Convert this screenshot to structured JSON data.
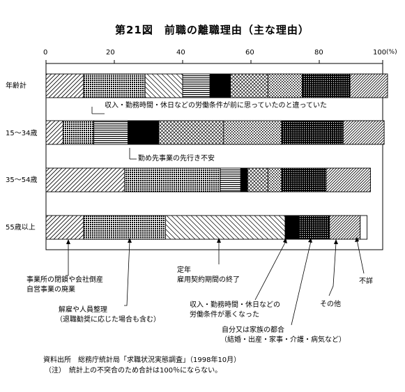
{
  "chart_data": {
    "type": "bar",
    "orientation": "horizontal-stacked",
    "title": "第21図　前職の離職理由（主な理由）",
    "axis": {
      "ticks": [
        "0",
        "20",
        "40",
        "60",
        "80",
        "100"
      ],
      "unit": "(%)",
      "xlim": [
        0,
        100
      ]
    },
    "rows": [
      "年齢計",
      "15～34歳",
      "35～54歳",
      "55歳以上"
    ],
    "categories": [
      "事業所の閉鎖や会社倒産 自営事業の廃業",
      "解雇や人員整理（退職勧奨に応じた場合も含む）",
      "定年 雇用契約期間の終了",
      "勤め先事業の先行き不安",
      "収入・勤務時間・休日などの労働条件が前に思っていたのと違っていた",
      "収入・勤務時間・休日などの労働条件が悪くなった",
      "自分又は家族の都合（結婚・出産・家事・介護・病気など）",
      "その他",
      "不詳"
    ],
    "segments": [
      {
        "category": "事業所の閉鎖や会社倒産 自営事業の廃業",
        "pattern": "diag-right",
        "values": [
          11,
          5,
          23,
          11
        ]
      },
      {
        "category": "解雇や人員整理（退職勧奨に応じた場合も含む）",
        "pattern": "dots-dark",
        "values": [
          18,
          9,
          28,
          24
        ]
      },
      {
        "category": "定年 雇用契約期間の終了",
        "pattern": "diag-left",
        "values": [
          11,
          0,
          0,
          35
        ]
      },
      {
        "category": "勤め先事業の先行き不安",
        "pattern": "horizontal-lines",
        "values": [
          8,
          10,
          6,
          0
        ]
      },
      {
        "category": "収入・勤務時間・休日などの労働条件が前に思っていたのと違っていた",
        "pattern": "solid-black",
        "values": [
          6,
          9,
          2,
          4
        ]
      },
      {
        "category": "収入・勤務時間・休日などの労働条件が悪くなった",
        "pattern": "crosshatch",
        "values": [
          11,
          19,
          6,
          0
        ]
      },
      {
        "category": "自分又は家族の都合（結婚・出産・家事・介護・病気など）",
        "pattern": "diamond-dots",
        "values": [
          10,
          17,
          4,
          0
        ]
      },
      {
        "category": "自分又は家族の都合（結婚・出産・家事・介護・病気など）",
        "pattern": "grid-dark",
        "values": [
          14,
          18,
          13,
          9
        ]
      },
      {
        "category": "その他",
        "pattern": "diag-right-dense",
        "values": [
          11,
          12,
          13,
          9
        ]
      },
      {
        "category": "不詳",
        "pattern": "blank",
        "values": [
          0,
          0,
          0,
          2
        ]
      }
    ],
    "annotations": [
      {
        "id": "ann-labor-diff",
        "text": "収入・勤務時間・休日などの労働条件が前に思っていたのと違っていた"
      },
      {
        "id": "ann-future",
        "text": "勤め先事業の先行き不安"
      },
      {
        "id": "ann-closure",
        "lines": [
          "事業所の閉鎖や会社倒産",
          "自営事業の廃業"
        ]
      },
      {
        "id": "ann-dismissal",
        "lines": [
          "解雇や人員整理",
          "（退職勧奨に応じた場合も含む）"
        ]
      },
      {
        "id": "ann-retire",
        "lines": [
          "定年",
          "雇用契約期間の終了"
        ]
      },
      {
        "id": "ann-labor-worse",
        "lines": [
          "収入・勤務時間・休日などの",
          "労働条件が悪くなった"
        ]
      },
      {
        "id": "ann-family",
        "lines": [
          "自分又は家族の都合",
          "（結婚・出産・家事・介護・病気など）"
        ]
      },
      {
        "id": "ann-other",
        "text": "その他"
      },
      {
        "id": "ann-unknown",
        "text": "不詳"
      }
    ],
    "grid": false,
    "frame": true
  },
  "footnote": {
    "source": "資料出所　総務庁統計局「求職状況実態調査」（1998年10月）",
    "note": "（注）　統計上の不突合のため合計は100％にならない。"
  }
}
